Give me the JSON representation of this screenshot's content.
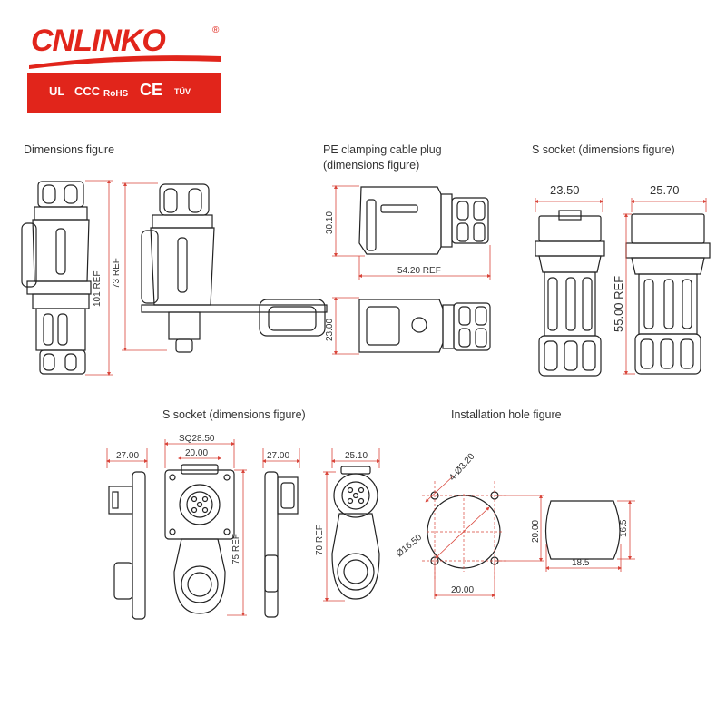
{
  "brand": {
    "name": "CNLINKO",
    "registered": "®",
    "certifications": [
      "UL",
      "CCC",
      "RoHS",
      "CE",
      "TÜV"
    ]
  },
  "sections": {
    "dimensions_figure": "Dimensions figure",
    "pe_plug_line1": "PE clamping cable plug",
    "pe_plug_line2": "(dimensions figure)",
    "s_socket_top": "S socket (dimensions figure)",
    "s_socket_bottom": "S socket (dimensions figure)",
    "installation_hole": "Installation hole figure"
  },
  "dimensions": {
    "d101": "101 REF",
    "d73": "73 REF",
    "d3010": "30.10",
    "d5420": "54.20 REF",
    "d2300": "23.00",
    "d2350": "23.50",
    "d2570": "25.70",
    "d5500": "55.00 REF",
    "d2700a": "27.00",
    "sq2850": "SQ28.50",
    "d2000a": "20.00",
    "d75": "75 REF",
    "d2700b": "27.00",
    "d2510": "25.10",
    "d70": "70 REF",
    "hole4": "4-Ø3.20",
    "dia1650": "Ø16.50",
    "d2000v": "20.00",
    "d2000h": "20.00",
    "d165": "16.5",
    "d185": "18.5"
  },
  "colors": {
    "brand_red": "#e1251b",
    "dimension_line": "#d9453a",
    "drawing": "#222222"
  }
}
